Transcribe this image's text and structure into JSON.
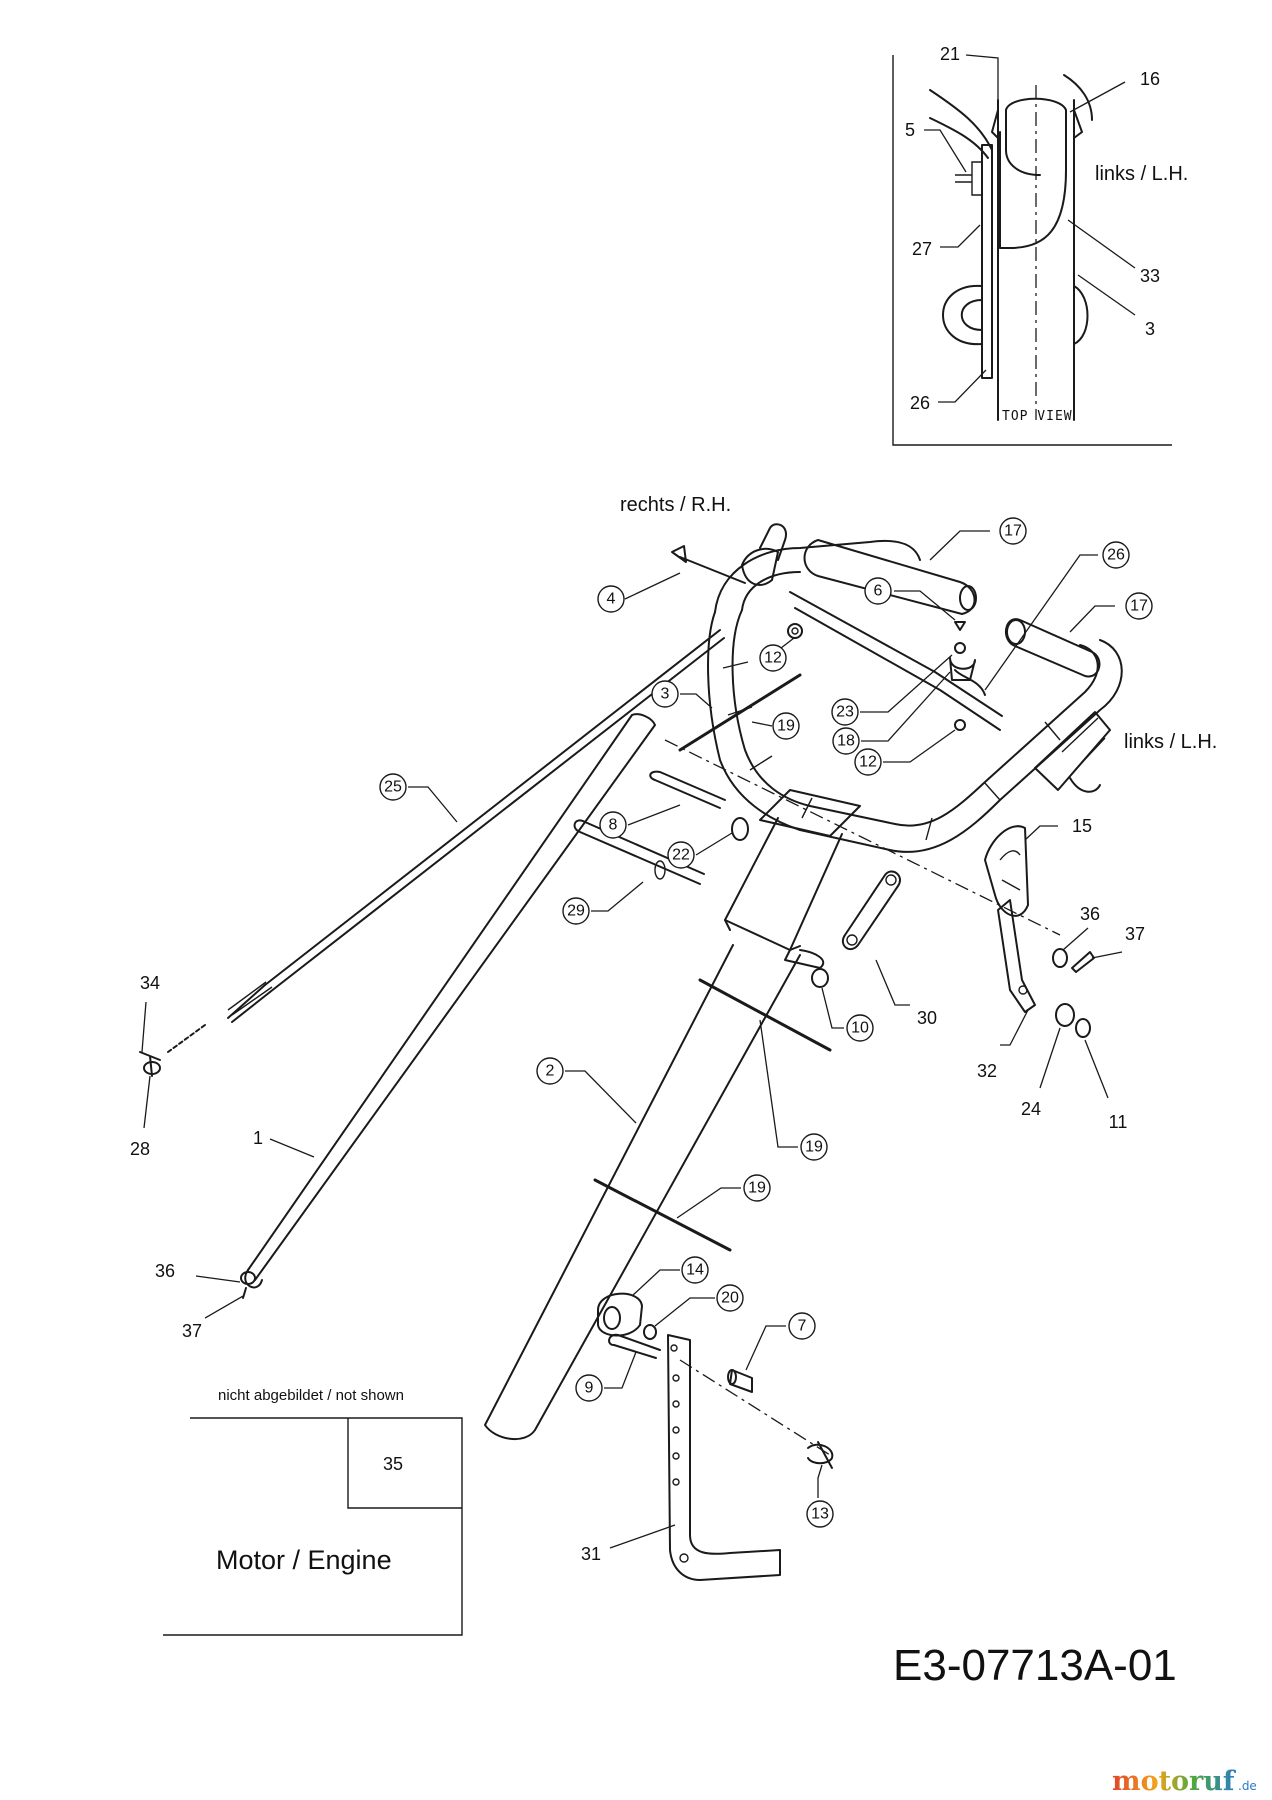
{
  "diagram_code": "E3-07713A-01",
  "side_labels": {
    "right": "rechts / R.H.",
    "left": "links / L.H.",
    "left_inset": "links / L.H."
  },
  "top_view": {
    "caption": "TOP VIEW",
    "callouts": {
      "c21": "21",
      "c16": "16",
      "c5": "5",
      "c27": "27",
      "c33": "33",
      "c3": "3",
      "c26": "26"
    }
  },
  "not_shown": {
    "caption": "nicht abgebildet / not shown",
    "part": "35",
    "engine": "Motor / Engine"
  },
  "callouts": {
    "p1": "1",
    "p2": "2",
    "p3": "3",
    "p4": "4",
    "p6": "6",
    "p7": "7",
    "p8": "8",
    "p9": "9",
    "p10": "10",
    "p11": "11",
    "p12a": "12",
    "p12b": "12",
    "p13": "13",
    "p14": "14",
    "p15": "15",
    "p17a": "17",
    "p17b": "17",
    "p18": "18",
    "p19a": "19",
    "p19b": "19",
    "p19c": "19",
    "p20": "20",
    "p22": "22",
    "p23": "23",
    "p24": "24",
    "p25": "25",
    "p26": "26",
    "p28": "28",
    "p29": "29",
    "p30": "30",
    "p31": "31",
    "p32": "32",
    "p34": "34",
    "p36a": "36",
    "p36b": "36",
    "p37a": "37",
    "p37b": "37"
  },
  "watermark": {
    "brand": "motoruf",
    "tld": ".de"
  },
  "colors": {
    "line": "#1a1a1a",
    "background": "#ffffff",
    "watermark_gradient": [
      "#e0442b",
      "#f3a21a",
      "#4fa83d",
      "#2a7cc7"
    ]
  }
}
